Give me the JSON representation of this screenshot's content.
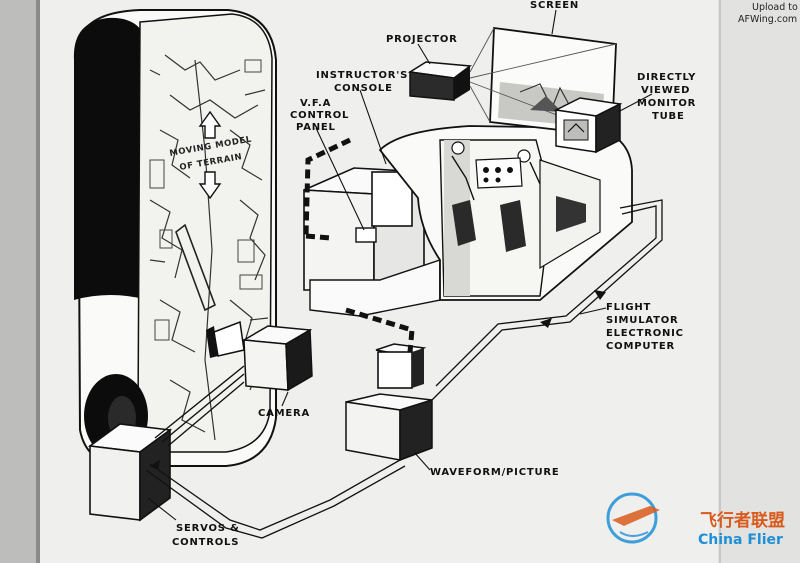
{
  "labels": {
    "screen": "SCREEN",
    "projector": "PROJECTOR",
    "instructors_console_1": "INSTRUCTOR'S",
    "instructors_console_2": "CONSOLE",
    "vfa_1": "V.F.A",
    "vfa_2": "CONTROL",
    "vfa_3": "PANEL",
    "monitor_1": "DIRECTLY",
    "monitor_2": "VIEWED",
    "monitor_3": "MONITOR",
    "monitor_4": "TUBE",
    "terrain_1": "MOVING MODEL",
    "terrain_2": "OF TERRAIN",
    "computer_1": "FLIGHT",
    "computer_2": "SIMULATOR",
    "computer_3": "ELECTRONIC",
    "computer_4": "COMPUTER",
    "camera": "CAMERA",
    "waveform": "WAVEFORM/PICTURE",
    "servos_1": "SERVOS &",
    "servos_2": "CONTROLS"
  },
  "watermark": {
    "upload_1": "Upload to",
    "upload_2": "AFWing.com",
    "cn": "飞行者联盟",
    "en": "China Flier"
  },
  "colors": {
    "ink": "#111111",
    "paper": "#efefed",
    "watermark_orange": "#d95a1c",
    "watermark_blue": "#1f8fd6"
  }
}
